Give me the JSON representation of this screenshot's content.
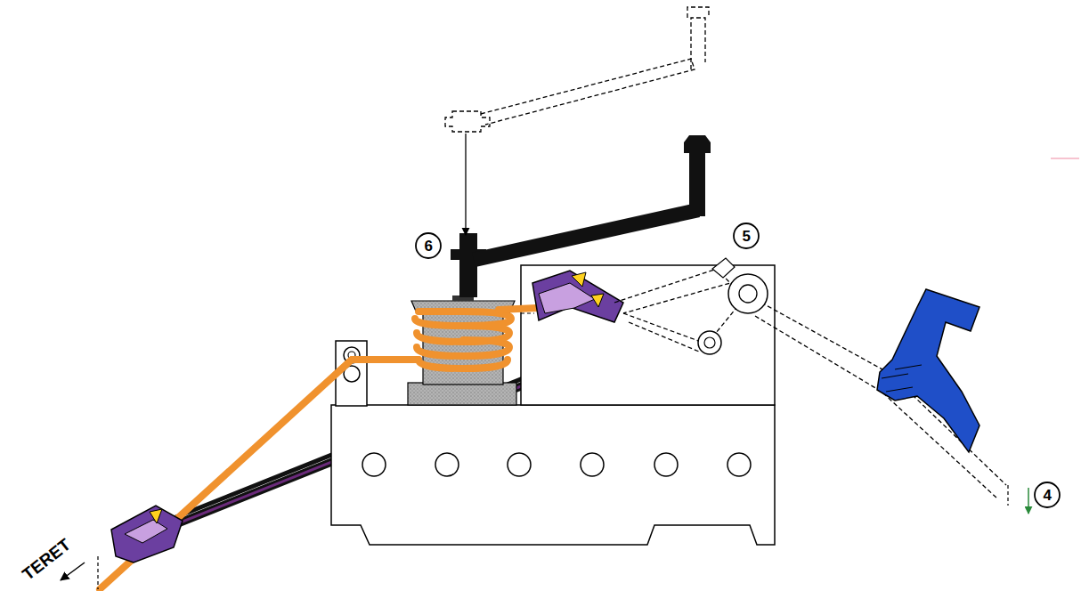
{
  "diagram": {
    "labels": [
      "6",
      "5",
      "4",
      "TERET"
    ]
  }
}
